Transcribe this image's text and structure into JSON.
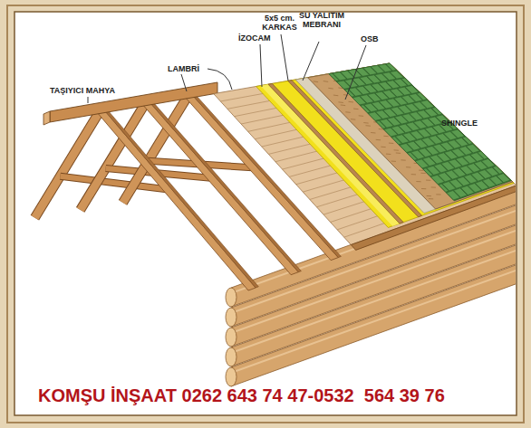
{
  "diagram": {
    "labels": [
      "TAŞIYICI MAHYA",
      "LAMBRİ",
      "İZOCAM",
      "5x5 cm. KARKAS",
      "SU YALITIM MEBRANI",
      "OSB",
      "SHINGLE",
      "KOMŞU İNŞAAT 0262 643 74 47-0532  564 39 76"
    ]
  }
}
